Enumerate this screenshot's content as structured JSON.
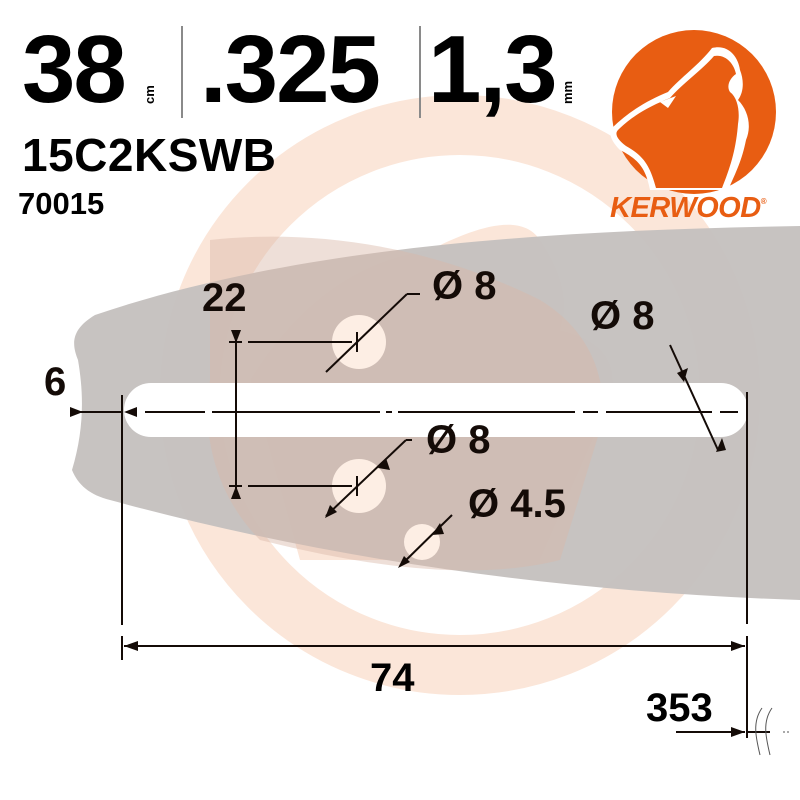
{
  "header": {
    "length_value": "38",
    "length_unit": "cm",
    "pitch_value": ".325",
    "gauge_value": "1,3",
    "gauge_unit": "mm",
    "model_code": "15C2KSWB",
    "reference_number": "70015"
  },
  "brand": {
    "name": "KERWOOD",
    "registered_mark": "®",
    "logo_icon": "howling-wolf-circle-icon",
    "color": "#e85d12"
  },
  "diagram": {
    "bar_color": "#c5c1be",
    "watermark_color": "#f6dccb",
    "dimensions": {
      "nose_offset": "6",
      "hole_spacing": "22",
      "upper_hole_diameter": "Ø 8",
      "slot_end_diameter": "Ø 8",
      "lower_hole_diameter": "Ø 8",
      "small_hole_diameter": "Ø 4.5",
      "slot_length": "74",
      "mount_offset": "353"
    }
  }
}
